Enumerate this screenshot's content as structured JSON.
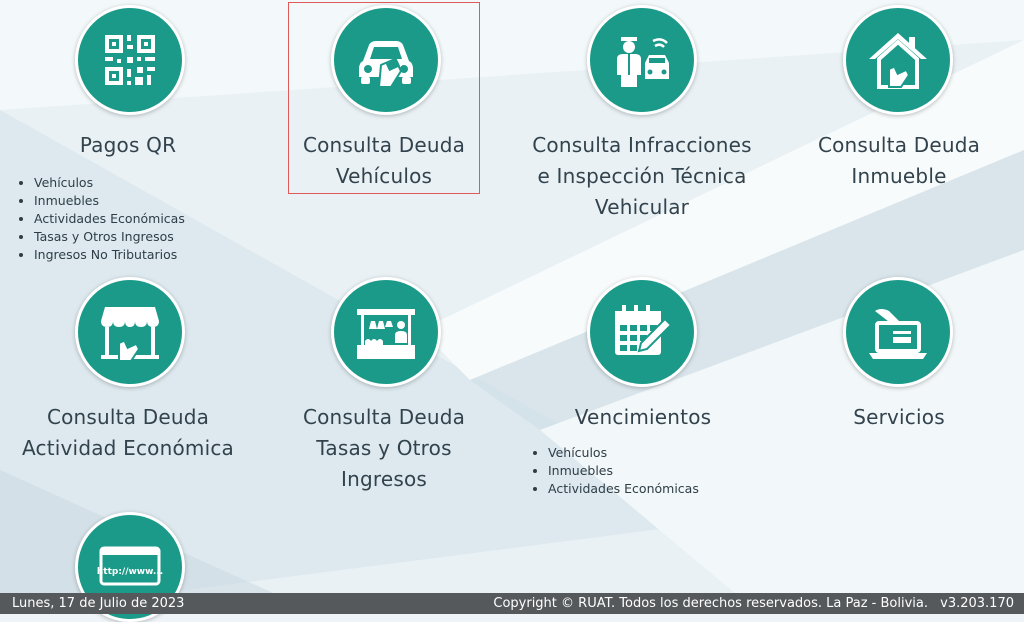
{
  "tiles": [
    {
      "title_1": "Pagos QR",
      "icon": "qr-code-icon",
      "items": [
        "Vehículos",
        "Inmuebles",
        "Actividades Económicas",
        "Tasas y Otros Ingresos",
        "Ingresos No Tributarios"
      ]
    },
    {
      "title_1": "Consulta Deuda",
      "title_2": "Vehículos",
      "icon": "car-payment-icon",
      "selected": true
    },
    {
      "title_1": "Consulta Infracciones",
      "title_2": "e Inspección Técnica",
      "title_3": "Vehicular",
      "icon": "traffic-officer-icon"
    },
    {
      "title_1": "Consulta Deuda",
      "title_2": "Inmueble",
      "icon": "house-payment-icon"
    },
    {
      "title_1": "Consulta Deuda",
      "title_2": "Actividad Económica",
      "icon": "storefront-icon"
    },
    {
      "title_1": "Consulta Deuda",
      "title_2": "Tasas y Otros",
      "title_3": "Ingresos",
      "icon": "market-stall-icon"
    },
    {
      "title_1": "Vencimientos",
      "icon": "calendar-icon",
      "items": [
        "Vehículos",
        "Inmuebles",
        "Actividades Económicas"
      ]
    },
    {
      "title_1": "Servicios",
      "icon": "laptop-payment-icon"
    },
    {
      "icon": "web-browser-icon",
      "browser_text": "http://www..."
    }
  ],
  "footer": {
    "date": "Lunes, 17 de Julio de 2023",
    "copyright": "Copyright © RUAT. Todos los derechos reservados. La Paz - Bolivia.",
    "version": "v3.203.170"
  },
  "colors": {
    "accent": "#1b9a8a",
    "footer_bg": "#55595c",
    "highlight": "#e05a5a"
  }
}
